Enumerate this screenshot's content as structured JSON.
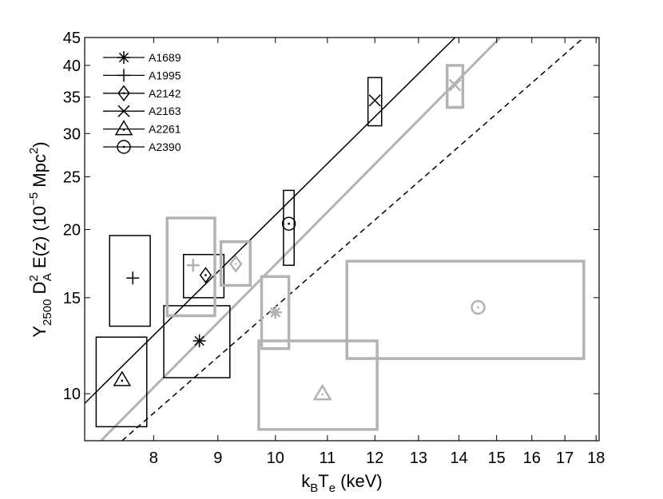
{
  "chart_data": {
    "type": "scatter",
    "title": "",
    "xlabel": {
      "main": "k",
      "sub1": "B",
      "mid": "T",
      "sub2": "e",
      "rest": " (keV)"
    },
    "ylabel": {
      "y": "Y",
      "ysub": "2500",
      "d": " D",
      "dsup": "2",
      "dsub": "A",
      "ez": " E(z) (10",
      "exp": "−5",
      "unit": " Mpc",
      "usup": "2",
      "close": ")"
    },
    "x_scale": "log",
    "y_scale": "log",
    "xlim": [
      7.05,
      18.1
    ],
    "ylim": [
      8.2,
      45
    ],
    "x_ticks": [
      {
        "value": 8,
        "label": "8"
      },
      {
        "value": 9,
        "label": "9"
      },
      {
        "value": 10,
        "label": "10"
      },
      {
        "value": 11,
        "label": "11"
      },
      {
        "value": 12,
        "label": "12"
      },
      {
        "value": 13,
        "label": "13"
      },
      {
        "value": 14,
        "label": "14"
      },
      {
        "value": 15,
        "label": "15"
      },
      {
        "value": 16,
        "label": "16"
      },
      {
        "value": 17,
        "label": "17"
      },
      {
        "value": 18,
        "label": "18"
      }
    ],
    "y_ticks": [
      {
        "value": 10,
        "label": "10"
      },
      {
        "value": 15,
        "label": "15"
      },
      {
        "value": 20,
        "label": "20"
      },
      {
        "value": 25,
        "label": "25"
      },
      {
        "value": 30,
        "label": "30"
      },
      {
        "value": 35,
        "label": "35"
      },
      {
        "value": 40,
        "label": "40"
      },
      {
        "value": 45,
        "label": "45"
      }
    ],
    "grid": false,
    "legend_position": "top-left",
    "colors": {
      "black": "#000000",
      "gray": "#b3b3b3"
    },
    "legend": [
      {
        "label": "A1689",
        "marker": "asterisk"
      },
      {
        "label": "A1995",
        "marker": "plus"
      },
      {
        "label": "A2142",
        "marker": "diamond"
      },
      {
        "label": "A2163",
        "marker": "cross"
      },
      {
        "label": "A2261",
        "marker": "triangle"
      },
      {
        "label": "A2390",
        "marker": "circle"
      }
    ],
    "lines": [
      {
        "name": "black-fit",
        "color": "#000000",
        "dash": "solid",
        "width": 1.5,
        "x": [
          7.05,
          13.9
        ],
        "y": [
          9.6,
          45
        ]
      },
      {
        "name": "gray-fit",
        "color": "#b3b3b3",
        "dash": "solid",
        "width": 3,
        "x": [
          7.05,
          15.1
        ],
        "y": [
          7.65,
          45
        ]
      },
      {
        "name": "dashed-fit",
        "color": "#000000",
        "dash": "dashed",
        "width": 1.5,
        "x": [
          7.55,
          17.6
        ],
        "y": [
          8.2,
          45
        ]
      }
    ],
    "series": [
      {
        "name": "black",
        "color": "#000000",
        "points": [
          {
            "cluster": "A1689",
            "marker": "asterisk",
            "x": 8.7,
            "y": 12.5,
            "xerr": [
              8.15,
              9.2
            ],
            "yerr": [
              10.7,
              14.5
            ]
          },
          {
            "cluster": "A1995",
            "marker": "plus",
            "x": 7.7,
            "y": 16.3,
            "xerr": [
              7.38,
              7.95
            ],
            "yerr": [
              13.3,
              19.5
            ]
          },
          {
            "cluster": "A2142",
            "marker": "diamond",
            "x": 8.8,
            "y": 16.5,
            "xerr": [
              8.45,
              9.1
            ],
            "yerr": [
              15.0,
              18.0
            ]
          },
          {
            "cluster": "A2163",
            "marker": "cross",
            "x": 12.0,
            "y": 34.5,
            "xerr": [
              11.85,
              12.15
            ],
            "yerr": [
              31.0,
              38.0
            ]
          },
          {
            "cluster": "A2261",
            "marker": "triangle",
            "x": 7.55,
            "y": 10.6,
            "xerr": [
              7.2,
              7.9
            ],
            "yerr": [
              8.7,
              12.7
            ]
          },
          {
            "cluster": "A2390",
            "marker": "circle",
            "x": 10.25,
            "y": 20.5,
            "xerr": [
              10.15,
              10.35
            ],
            "yerr": [
              17.2,
              23.6
            ]
          }
        ]
      },
      {
        "name": "gray",
        "color": "#b3b3b3",
        "points": [
          {
            "cluster": "A1689",
            "marker": "asterisk",
            "x": 10.0,
            "y": 14.1,
            "xerr": [
              9.75,
              10.25
            ],
            "yerr": [
              12.1,
              16.4
            ]
          },
          {
            "cluster": "A1995",
            "marker": "plus",
            "x": 8.6,
            "y": 17.2,
            "xerr": [
              8.2,
              8.95
            ],
            "yerr": [
              13.9,
              21.0
            ]
          },
          {
            "cluster": "A2142",
            "marker": "diamond",
            "x": 9.3,
            "y": 17.3,
            "xerr": [
              9.05,
              9.55
            ],
            "yerr": [
              15.8,
              19.0
            ]
          },
          {
            "cluster": "A2163",
            "marker": "cross",
            "x": 13.9,
            "y": 36.8,
            "xerr": [
              13.7,
              14.1
            ],
            "yerr": [
              33.5,
              40.0
            ]
          },
          {
            "cluster": "A2261",
            "marker": "triangle",
            "x": 10.9,
            "y": 10.0,
            "xerr": [
              9.7,
              12.05
            ],
            "yerr": [
              8.6,
              12.5
            ]
          },
          {
            "cluster": "A2390",
            "marker": "circle",
            "x": 14.5,
            "y": 14.4,
            "xerr": [
              11.4,
              17.6
            ],
            "yerr": [
              11.6,
              17.5
            ]
          }
        ]
      }
    ]
  }
}
